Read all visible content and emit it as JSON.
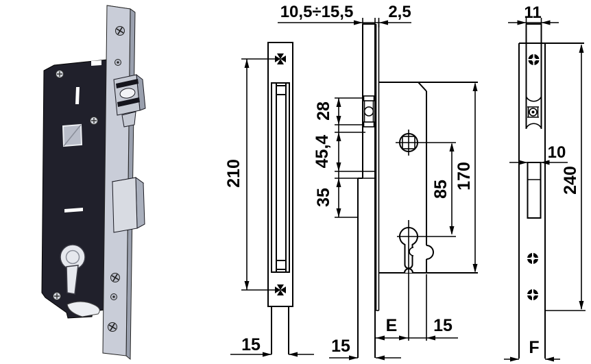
{
  "drawing": {
    "type": "mortise-lock-technical-drawing",
    "colors": {
      "body": "#20202b",
      "faceplate": "#c9cdd8",
      "faceplate_side": "#9aa0ae",
      "latch": "#c6cad4",
      "bolt": "#d8dbe2",
      "line": "#000000",
      "background": "#ffffff"
    },
    "dims": {
      "adjust_range": "10,5÷15,5",
      "plate_thickness": "2,5",
      "top_width": "11",
      "screw_spacing": "210",
      "latch_height": "28",
      "latch_to_spindle": "45,4",
      "spindle_offset": "35",
      "spindle_to_cylinder": "85",
      "case_height": "170",
      "bolt_width": "10",
      "backplate_height": "240",
      "strip_width_front": "15",
      "strip_width_section": "15",
      "backset": "E",
      "cylinder_to_edge": "15",
      "backplate_width": "F"
    }
  }
}
